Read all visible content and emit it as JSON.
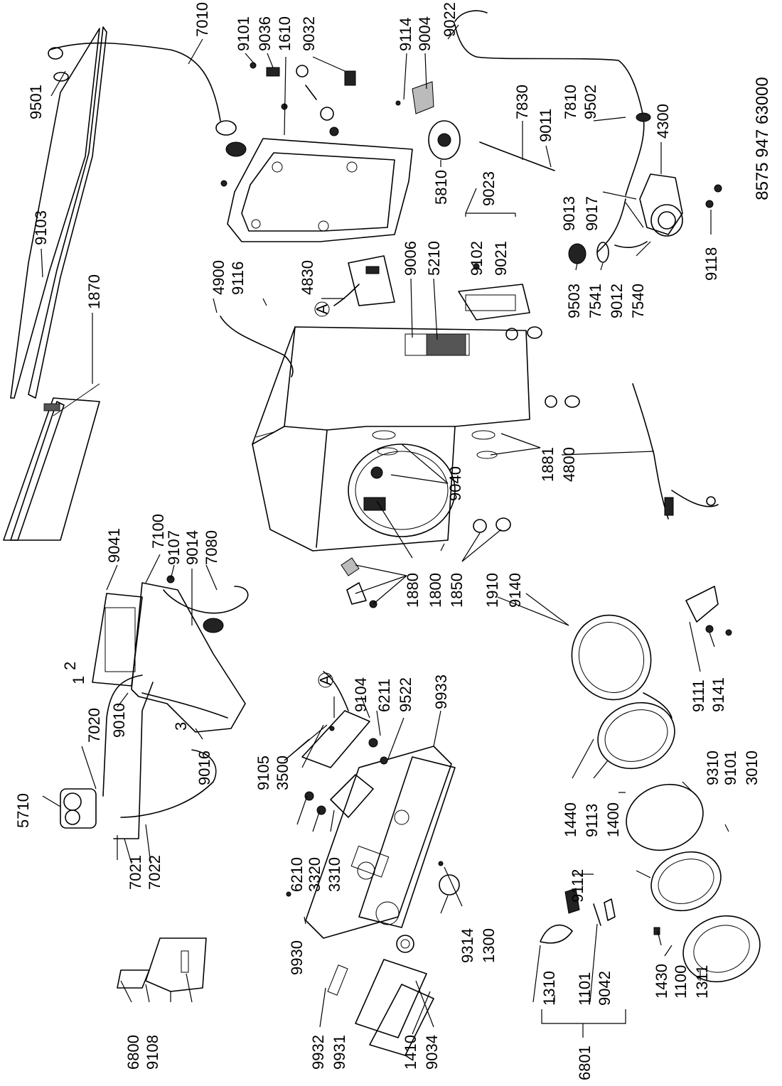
{
  "document_number": "8575 947 63000",
  "connector_marker": "A",
  "callouts": [
    "9501",
    "7010",
    "9101",
    "9036",
    "1610",
    "9032",
    "9114",
    "9004",
    "9022",
    "9103",
    "1870",
    "4900",
    "9116",
    "4830",
    "9006",
    "5210",
    "9102",
    "9021",
    "9023",
    "5810",
    "7830",
    "9011",
    "7810",
    "9502",
    "4300",
    "9013",
    "9017",
    "9118",
    "9503",
    "7541",
    "9012",
    "7540",
    "1881",
    "4800",
    "9040",
    "1880",
    "1800",
    "1850",
    "1910",
    "9140",
    "9041",
    "7100",
    "9107",
    "9014",
    "7080",
    "5710",
    "9010",
    "7021",
    "7022",
    "7020",
    "9016",
    "9105",
    "3500",
    "9104",
    "6211",
    "9522",
    "9933",
    "6210",
    "3320",
    "3310",
    "9314",
    "1300",
    "9111",
    "9141",
    "1440",
    "9113",
    "1400",
    "9310",
    "9101",
    "3010",
    "9930",
    "9932",
    "9931",
    "1410",
    "9034",
    "9112",
    "1430",
    "1100",
    "1311",
    "1310",
    "1101",
    "9042",
    "6801",
    "6800",
    "9108"
  ],
  "small_labels": [
    "1",
    "2",
    "3"
  ]
}
